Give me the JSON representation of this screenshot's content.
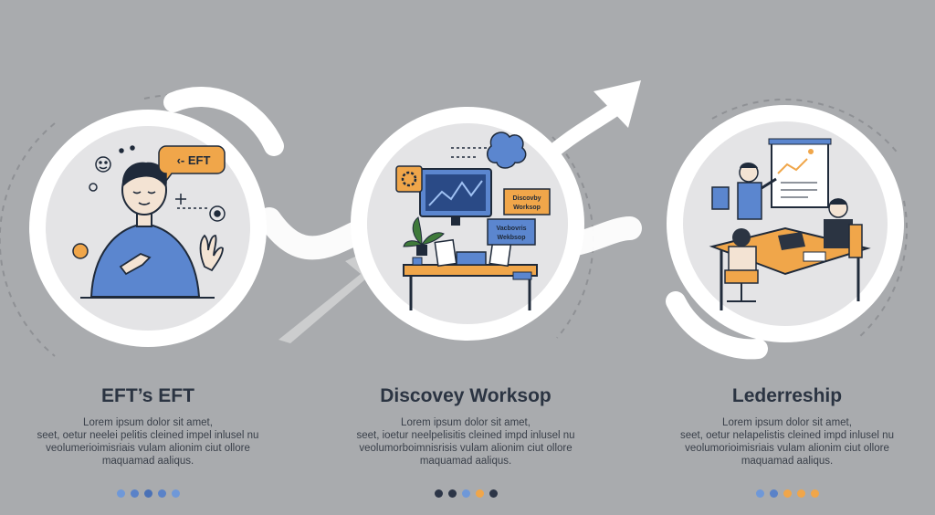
{
  "colors": {
    "background": "#a9abae",
    "circle": "#ffffff",
    "inner": "#e4e4e6",
    "accent_blue": "#5b86cf",
    "accent_orange": "#f0a64a",
    "navy": "#2b3442"
  },
  "panels": [
    {
      "title": "EFT’s EFT",
      "badge": "‹- EFT",
      "desc": [
        "Lorem ipsum dolor sit amet,",
        "seet, oetur neelei pelitis cleined impel inlusel nu",
        "veolumerioimisriais vulam alionim ciut ollore",
        "maquamad aaliqus."
      ],
      "dots": [
        "#6f98d8",
        "#5a82c8",
        "#4a71b6",
        "#5a82c8",
        "#6f98d8"
      ]
    },
    {
      "title": "Discovey Worksop",
      "sticky_top": "Discovby Worksop",
      "sticky_bottom": "Vacbovris Wekbsop",
      "desc": [
        "Lorem ipsum dolor sit amet,",
        "seet, ioetur neelpelisitis cleined impd inlusel nu",
        "veolumorboimnisrisis vulam alionim ciut ollore",
        "maquamad aaliqus."
      ],
      "dots": [
        "#2c3547",
        "#2c3547",
        "#6f98d8",
        "#f0a64a",
        "#2c3547"
      ]
    },
    {
      "title": "Lederreship",
      "desc": [
        "Lorem ipsum dolor sit amet,",
        "seet, oetur nelapelistis cleined impd inlusel nu",
        "veolumorioimisriais vulam alionim ciut ollore",
        "maquamad aaliqus."
      ],
      "dots": [
        "#6f98d8",
        "#5a82c8",
        "#f0a64a",
        "#f0a64a",
        "#f0a64a"
      ]
    }
  ]
}
